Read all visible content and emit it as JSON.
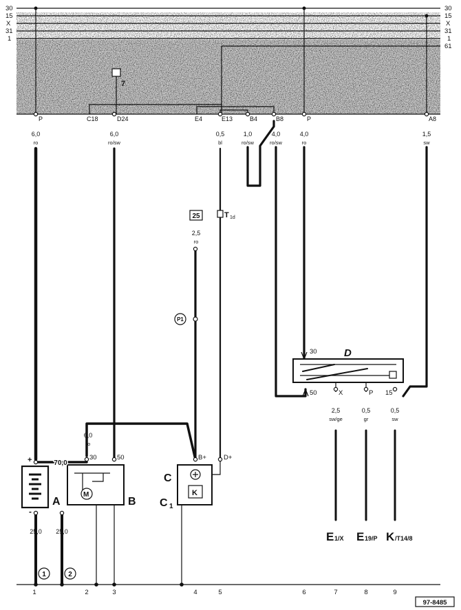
{
  "colors": {
    "ink": "#111111",
    "background": "#ffffff",
    "relay_panel": "#bdbdbd"
  },
  "bus": {
    "left": [
      "30",
      "15",
      "X",
      "31",
      "1"
    ],
    "right": [
      "30",
      "15",
      "X",
      "31",
      "1",
      "61"
    ]
  },
  "panel_pins": {
    "p_left": "P",
    "c18": "C18",
    "d24": "D24",
    "e4": "E4",
    "e13": "E13",
    "b4": "B4",
    "b8": "B8",
    "p_right": "P",
    "a8": "A8",
    "relay_num": "7"
  },
  "wires": {
    "w1": {
      "size": "6,0",
      "color": "ro"
    },
    "w3": {
      "size": "6,0",
      "color": "ro/sw"
    },
    "w5": {
      "size": "0,5",
      "color": "bl"
    },
    "wb4": {
      "size": "1,0",
      "color": "ro/sw"
    },
    "wb8": {
      "size": "4,0",
      "color": "ro/sw"
    },
    "w6": {
      "size": "4,0",
      "color": "ro"
    },
    "w9": {
      "size": "1,5",
      "color": "sw"
    },
    "w25": {
      "size": "2,5",
      "color": "ro"
    },
    "wstarter": {
      "size": "6,0",
      "color": "ro"
    },
    "wbatt": {
      "size": "70,0"
    },
    "wgnd1": {
      "size": "25,0"
    },
    "wgnd2": {
      "size": "25,0"
    },
    "wx": {
      "size": "2,5",
      "color": "sw/ge"
    },
    "wp": {
      "size": "0,5",
      "color": "gr"
    },
    "w15": {
      "size": "0,5",
      "color": "sw"
    }
  },
  "labels": {
    "fuse_25": "25",
    "connector_t": "T",
    "connector_t_sub": "1d",
    "splice_p1": "P1",
    "ground_1": "1",
    "ground_2": "2"
  },
  "components": {
    "battery": "A",
    "starter": "B",
    "alternator": "C",
    "regulator": "C",
    "regulator_sub": "1",
    "ignition_switch": "D"
  },
  "terminals": {
    "batt_plus": "+",
    "batt_minus": "-",
    "starter_30": "30",
    "starter_50": "50",
    "alt_bplus": "B+",
    "alt_dplus": "D+",
    "d_30": "30",
    "d_50": "50",
    "d_x": "X",
    "d_p": "P",
    "d_15": "15"
  },
  "destinations": {
    "e1": {
      "main": "E",
      "sub": "1/X"
    },
    "e19": {
      "main": "E",
      "sub": "19/P"
    },
    "k": {
      "main": "K",
      "sub": "/T14/8"
    }
  },
  "tracks": [
    "1",
    "2",
    "3",
    "4",
    "5",
    "6",
    "7",
    "8",
    "9"
  ],
  "ref_number": "97-8485"
}
